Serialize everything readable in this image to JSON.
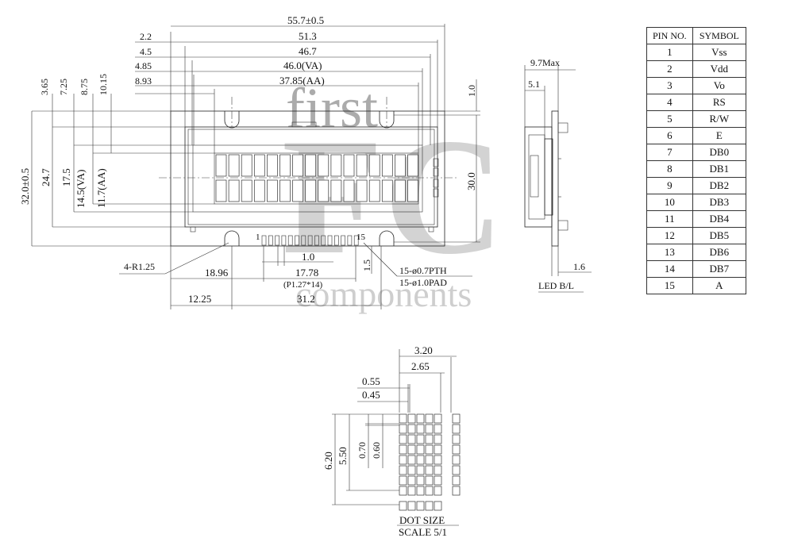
{
  "top_dims": {
    "overall": "55.7±0.5",
    "d1": "51.3",
    "d2": "46.7",
    "d3": "46.0(VA)",
    "d4": "37.85(AA)",
    "off1": "2.2",
    "off2": "4.5",
    "off3": "4.85",
    "off4": "8.93"
  },
  "left_dims": {
    "v1": "3.65",
    "v2": "7.25",
    "v3": "8.75",
    "v4": "10.15",
    "h_total": "32.0±0.5",
    "h1": "24.7",
    "h2": "17.5",
    "h3": "14.5(VA)",
    "h4": "11.7(AA)"
  },
  "right_dims": {
    "hole_height": "30.0",
    "top_offset": "1.0"
  },
  "bottom_dims": {
    "radius": "4-R1.25",
    "x1": "18.96",
    "pin_pitch_small": "1.0",
    "pin_span": "17.78",
    "pin_pitch": "(P1.27*14)",
    "x2": "12.25",
    "x3": "31.2",
    "pad_offset": "1.5",
    "pth": "15-ø0.7PTH",
    "pad": "15-ø1.0PAD",
    "pin_first": "1",
    "pin_last": "15"
  },
  "side_view": {
    "max_thickness": "9.7Max",
    "depth": "5.1",
    "led_thickness": "1.6",
    "led_label": "LED B/L"
  },
  "pin_table": {
    "headers": [
      "PIN NO.",
      "SYMBOL"
    ],
    "rows": [
      [
        "1",
        "Vss"
      ],
      [
        "2",
        "Vdd"
      ],
      [
        "3",
        "Vo"
      ],
      [
        "4",
        "RS"
      ],
      [
        "5",
        "R/W"
      ],
      [
        "6",
        "E"
      ],
      [
        "7",
        "DB0"
      ],
      [
        "8",
        "DB1"
      ],
      [
        "9",
        "DB2"
      ],
      [
        "10",
        "DB3"
      ],
      [
        "11",
        "DB4"
      ],
      [
        "12",
        "DB5"
      ],
      [
        "13",
        "DB6"
      ],
      [
        "14",
        "DB7"
      ],
      [
        "15",
        "A"
      ]
    ]
  },
  "dot_detail": {
    "w_total": "3.20",
    "w_dots": "2.65",
    "pitch_x": "0.55",
    "dot_x": "0.45",
    "h_total": "6.20",
    "h_dots": "5.50",
    "pitch_y": "0.70",
    "dot_y": "0.60",
    "caption1": "DOT SIZE",
    "caption2": "SCALE 5/1"
  },
  "watermark": {
    "word1": "first",
    "logo": "FC",
    "word2": "components"
  }
}
